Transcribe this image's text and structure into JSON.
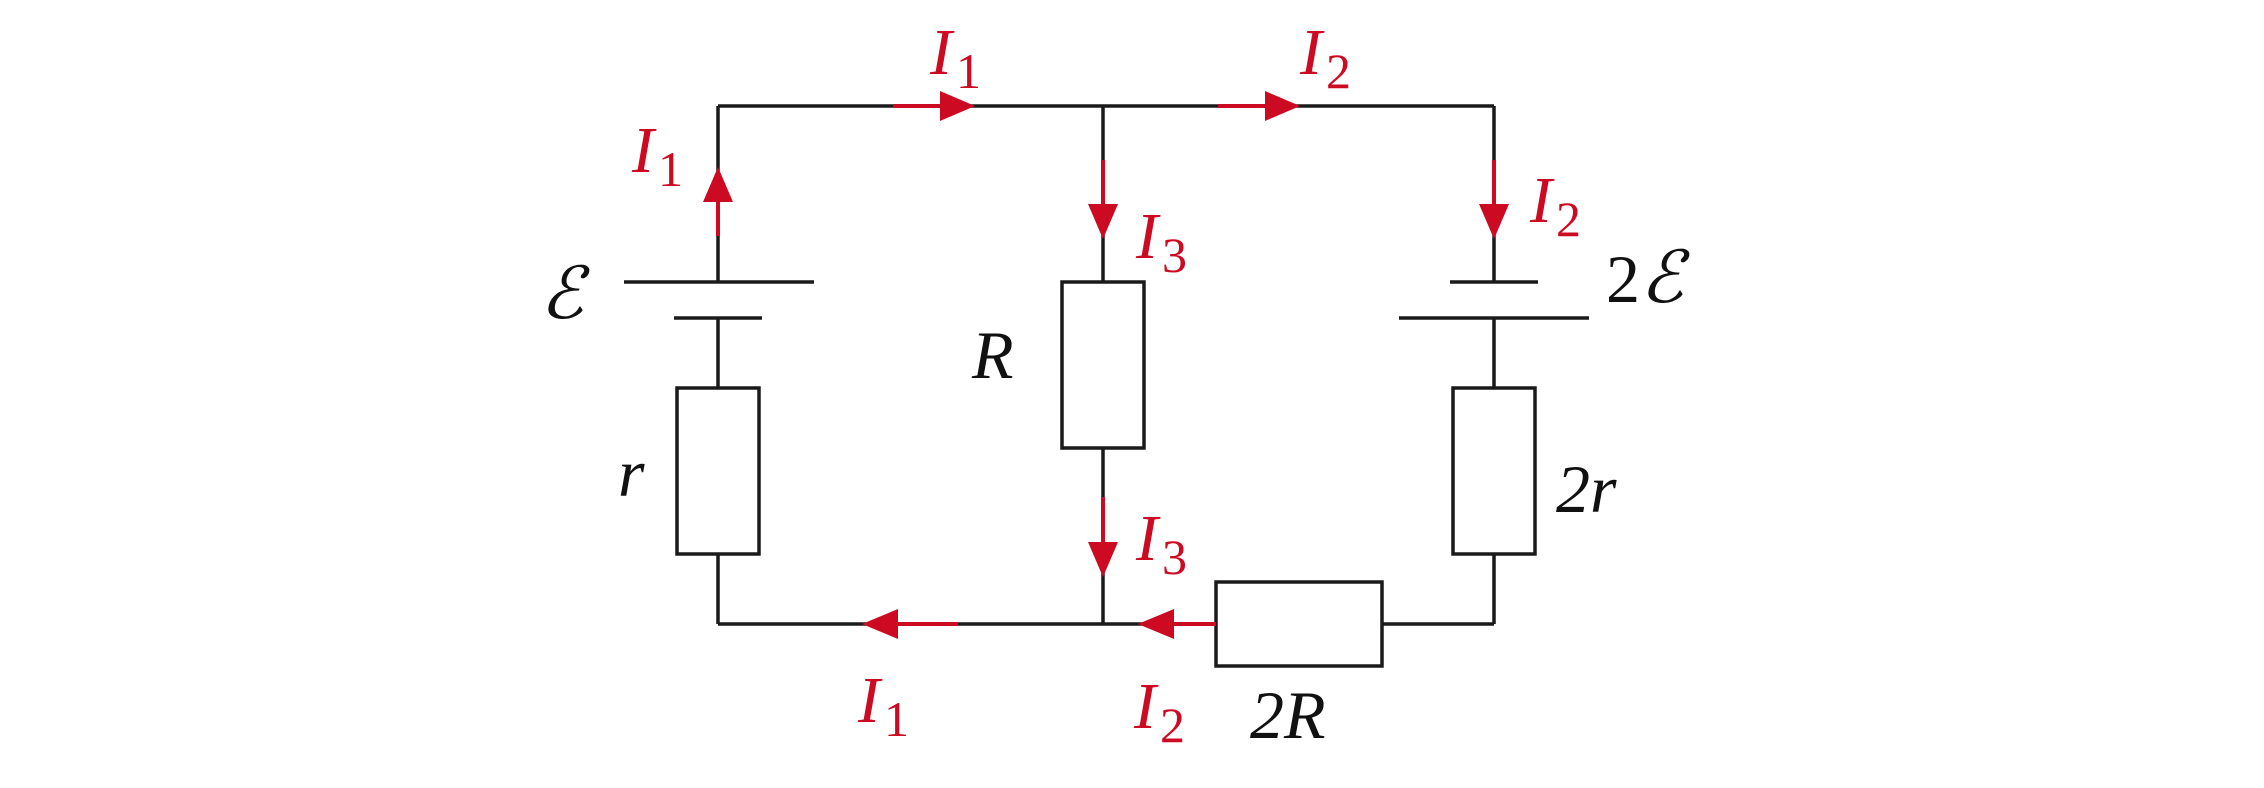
{
  "diagram": {
    "left_branch": {
      "emf_label": "ℰ",
      "resistor_label": "r"
    },
    "middle_branch": {
      "resistor_label": "R"
    },
    "right_branch": {
      "emf_coef": "2",
      "emf_symbol": "ℰ",
      "resistor_label": "2r"
    },
    "bottom_resistor_label": "2R",
    "currents": {
      "top_left": {
        "letter": "I",
        "index": "1"
      },
      "top_right": {
        "letter": "I",
        "index": "2"
      },
      "left_up": {
        "letter": "I",
        "index": "1"
      },
      "middle_upper": {
        "letter": "I",
        "index": "3"
      },
      "middle_lower": {
        "letter": "I",
        "index": "3"
      },
      "right_down": {
        "letter": "I",
        "index": "2"
      },
      "bottom_left": {
        "letter": "I",
        "index": "1"
      },
      "bottom_right": {
        "letter": "I",
        "index": "2"
      }
    },
    "colors": {
      "wire": "#1a1a1a",
      "current": "#cc0a22"
    }
  }
}
